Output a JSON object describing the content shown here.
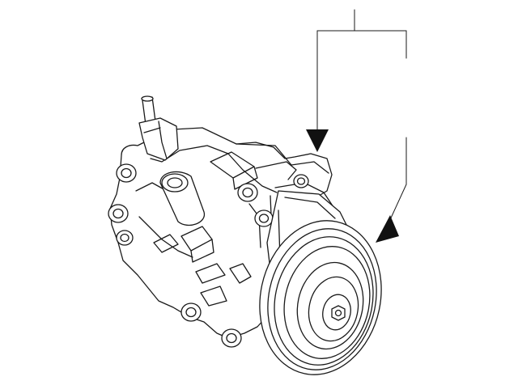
{
  "diagram": {
    "background_color": "#ffffff",
    "line_color": "#1a1a1a",
    "subject": "ac-compressor-assembly",
    "callouts": [
      {
        "target": "compressor-mounting-body",
        "style": "filled-triangle-arrow"
      },
      {
        "target": "clutch-pulley",
        "style": "filled-triangle-arrow"
      }
    ]
  }
}
